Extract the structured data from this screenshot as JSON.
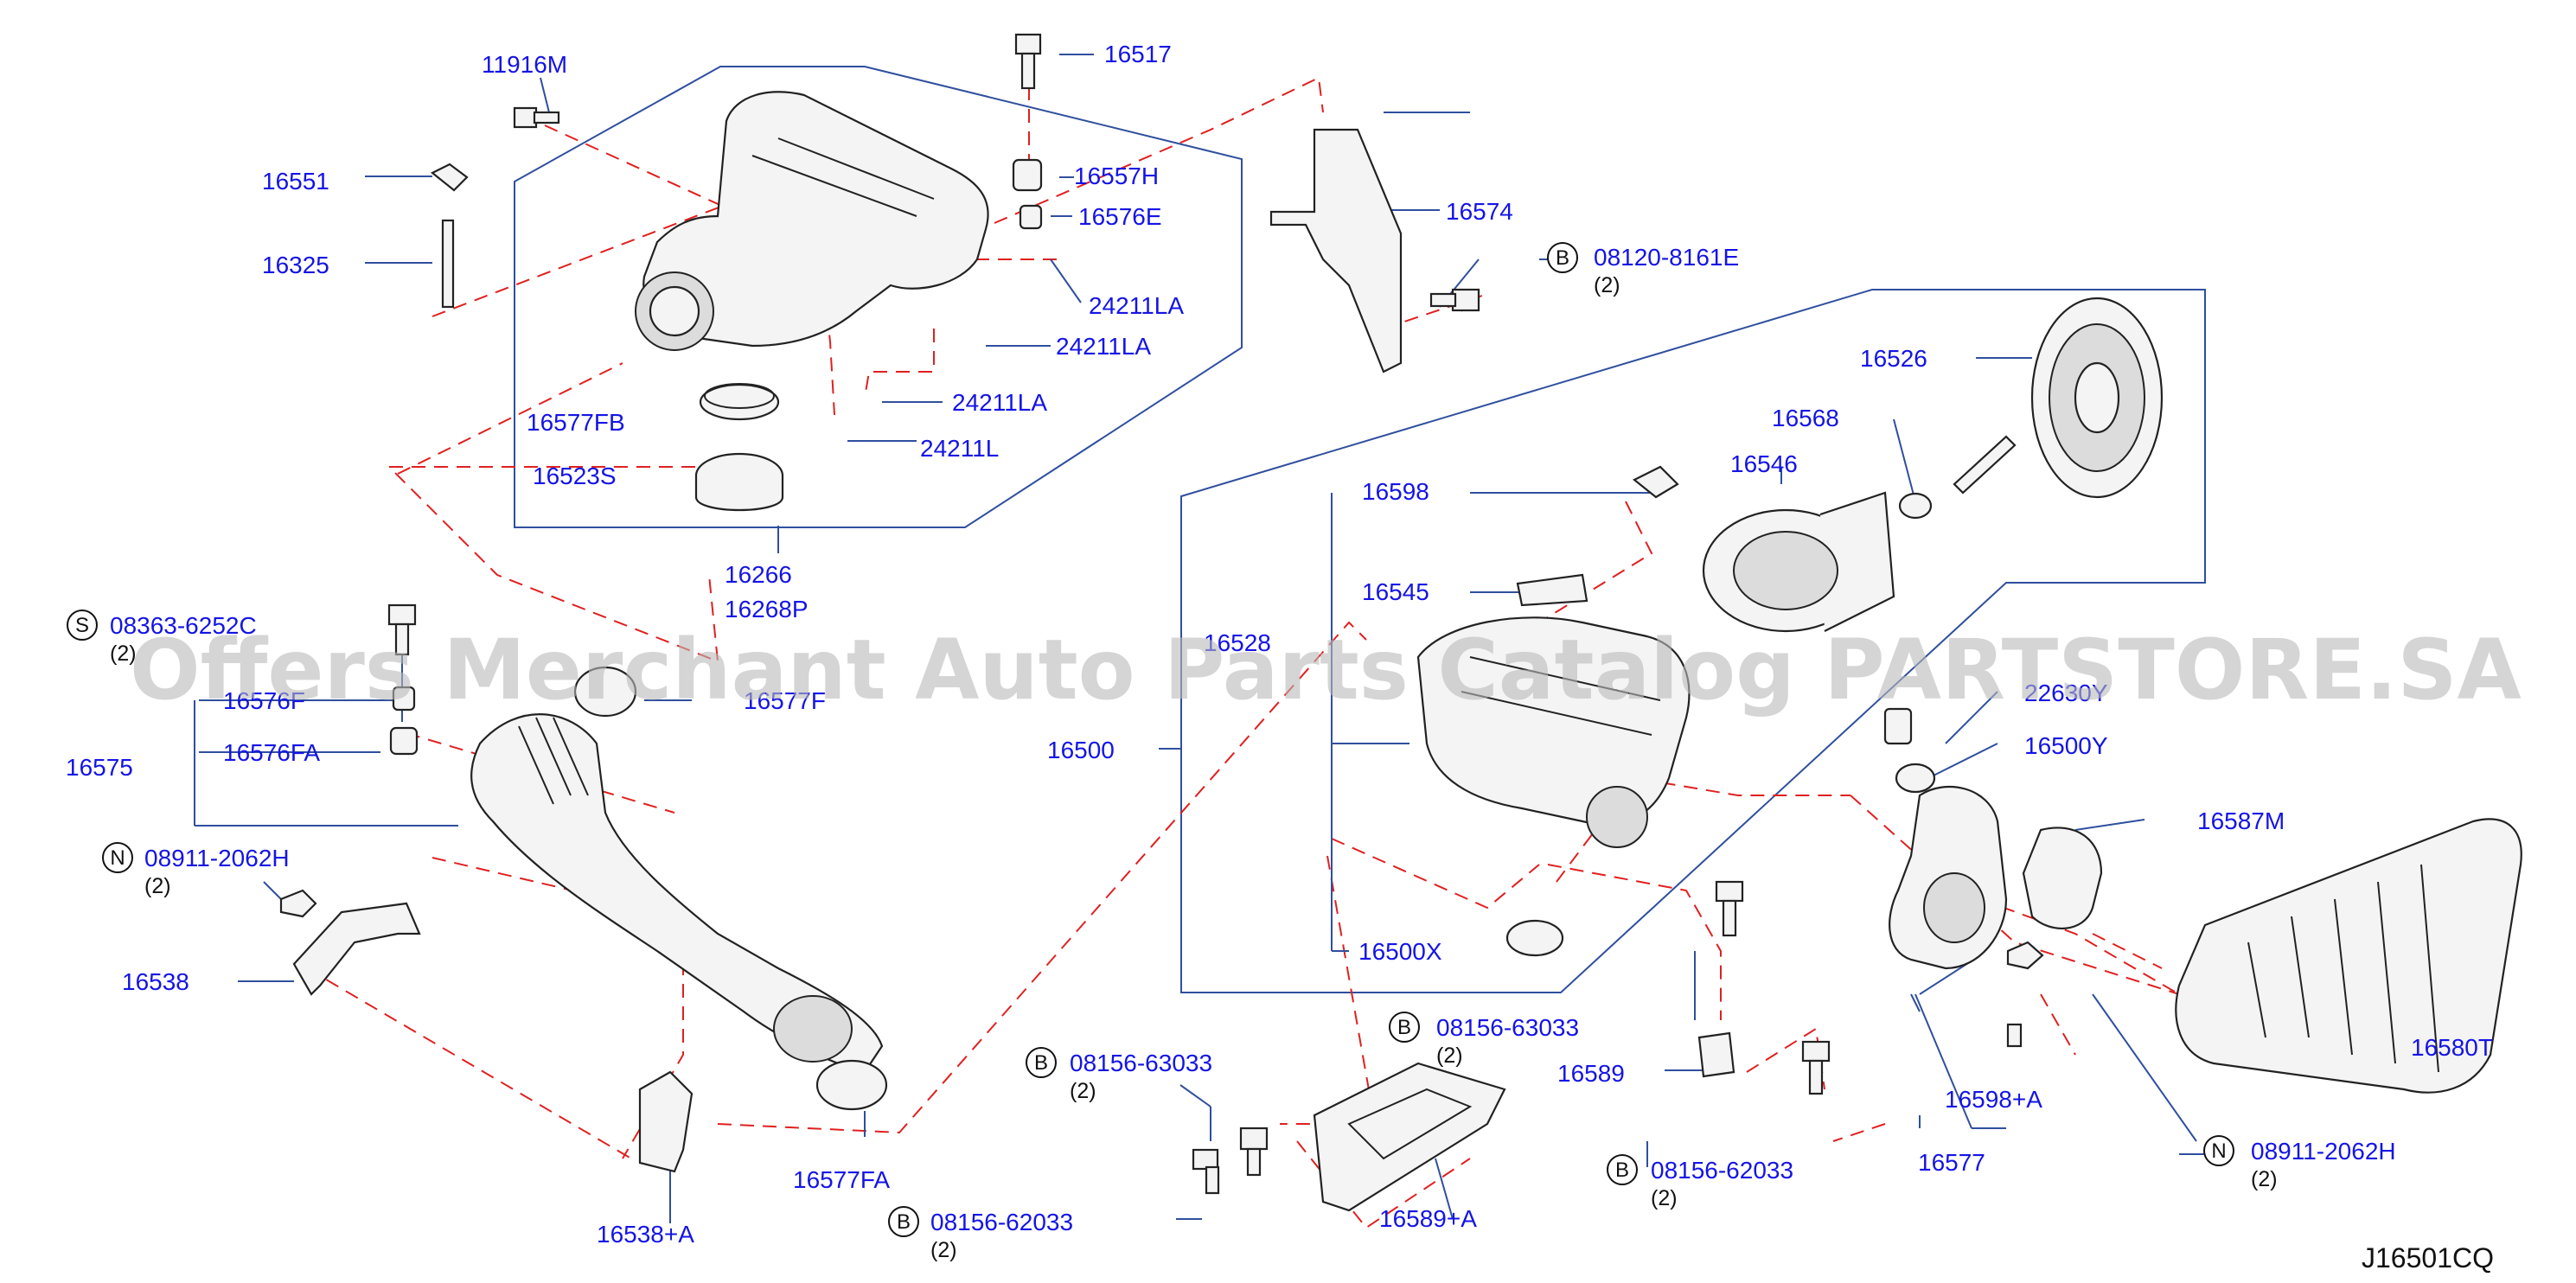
{
  "watermark": "Offers Merchant Auto Parts Catalog PARTSTORE.SA",
  "diagram_ref": "J16501CQ",
  "labels": {
    "p11916M": "11916M",
    "p16517": "16517",
    "p16551": "16551",
    "p16325": "16325",
    "p16557H": "16557H",
    "p16576E": "16576E",
    "p24211LA_1": "24211LA",
    "p24211LA_2": "24211LA",
    "p24211LA_3": "24211LA",
    "p24211L": "24211L",
    "p16577FB": "16577FB",
    "p16523S": "16523S",
    "p16266": "16266",
    "p16268P": "16268P",
    "p16574": "16574",
    "p08120": "08120-8161E",
    "p16526": "16526",
    "p16568": "16568",
    "p16546": "16546",
    "p16598": "16598",
    "p16545": "16545",
    "p16528": "16528",
    "p16500": "16500",
    "p22630": "22630Y",
    "p16500Y": "16500Y",
    "p16587M": "16587M",
    "p16500X": "16500X",
    "p08363": "08363-6252C",
    "p16576F": "16576F",
    "p16576FA": "16576FA",
    "p16575": "16575",
    "p16577F": "16577F",
    "p08911_a": "08911-2062H",
    "p16538": "16538",
    "p16538A": "16538+A",
    "p16577FA": "16577FA",
    "p08156_63033_a": "08156-63033",
    "p08156_63033_b": "08156-63033",
    "p08156_62033_a": "08156-62033",
    "p08156_62033_b": "08156-62033",
    "p16589": "16589",
    "p16589A": "16589+A",
    "p16598A": "16598+A",
    "p16577": "16577",
    "p16580T": "16580T",
    "p08911_b": "08911-2062H"
  },
  "quantities": {
    "q08120": "(2)",
    "q08363": "(2)",
    "q08911_a": "(2)",
    "q08156_63033_a": "(2)",
    "q08156_63033_b": "(2)",
    "q08156_62033_a": "(2)",
    "q08156_62033_b": "(2)",
    "q08911_b": "(2)"
  },
  "prefix_letters": {
    "b08120": "B",
    "s08363": "S",
    "n08911_a": "N",
    "b08156_63033_a": "B",
    "b08156_63033_b": "B",
    "b08156_62033_a": "B",
    "b08156_62033_b": "B",
    "n08911_b": "N"
  },
  "colors": {
    "label": "#1414e6",
    "leader": "#2f4f9e",
    "dashed_guide": "#e02020",
    "outline": "#222222",
    "watermark": "#b9b9b9"
  }
}
